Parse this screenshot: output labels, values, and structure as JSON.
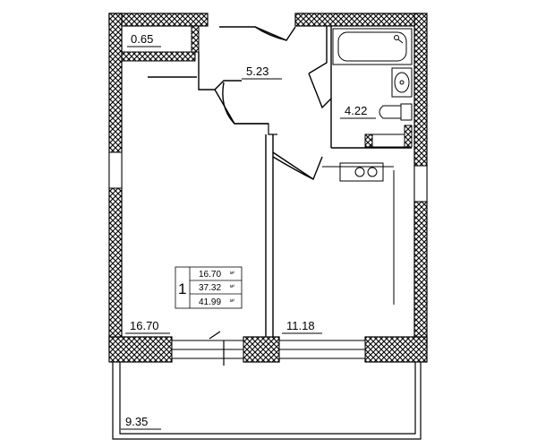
{
  "colors": {
    "wall_fill": "#ffffff",
    "wall_hatch": "#000000",
    "line": "#000000",
    "background": "#ffffff"
  },
  "rooms": {
    "closet": {
      "area": "0.65"
    },
    "hall": {
      "area": "5.23"
    },
    "bathroom": {
      "area": "4.22"
    },
    "living_room": {
      "area": "16.70"
    },
    "kitchen": {
      "area": "11.18"
    },
    "balcony": {
      "area": "9.35"
    }
  },
  "summary": {
    "apartment_rooms": "1",
    "living_area": "16.70",
    "total_area": "37.32",
    "total_area_with_balcony": "41.99",
    "unit": "м²"
  }
}
